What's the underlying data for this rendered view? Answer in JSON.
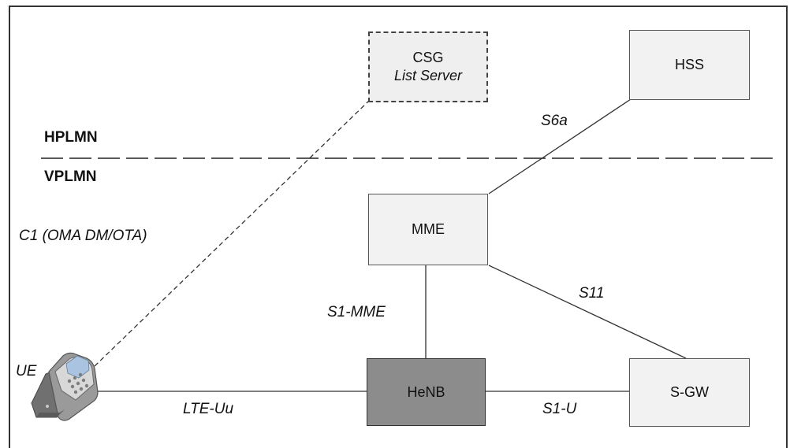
{
  "plmn": {
    "home": "HPLMN",
    "visited": "VPLMN"
  },
  "nodes": {
    "csg": {
      "title": "CSG",
      "subtitle": "List Server"
    },
    "hss": {
      "title": "HSS"
    },
    "mme": {
      "title": "MME"
    },
    "henb": {
      "title": "HeNB"
    },
    "sgw": {
      "title": "S-GW"
    },
    "ue": {
      "label": "UE"
    }
  },
  "interfaces": {
    "s6a": "S6a",
    "c1": "C1 (OMA DM/OTA)",
    "s1_mme": "S1-MME",
    "s11": "S11",
    "lte_uu": "LTE-Uu",
    "s1_u": "S1-U"
  }
}
